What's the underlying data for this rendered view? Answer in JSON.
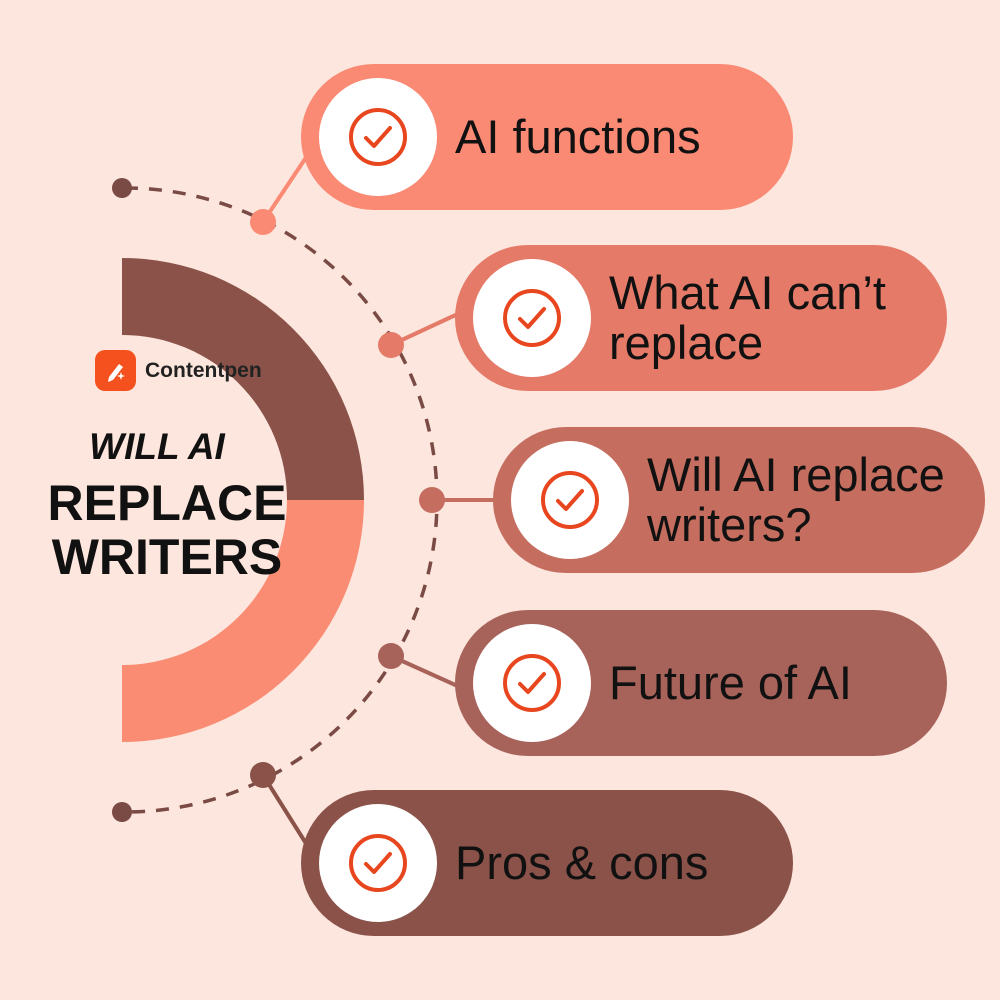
{
  "brand": {
    "name": "Contentpen",
    "logo_color": "#f4511e"
  },
  "title": {
    "line1": "WILL AI",
    "line2": "REPLACE",
    "line3": "WRITERS"
  },
  "colors": {
    "background": "#fde6dd",
    "arc_top": "#8a5249",
    "arc_bottom": "#fa8c74",
    "dashed_line": "#7a4a44",
    "check": "#e8461e"
  },
  "items": [
    {
      "label": "AI functions",
      "color": "#fa8a74",
      "icon": "check-circle-icon"
    },
    {
      "label": "What AI can’t\nreplace",
      "color": "#e57a68",
      "icon": "check-circle-icon"
    },
    {
      "label": "Will AI replace\nwriters?",
      "color": "#c56d5f",
      "icon": "check-circle-icon"
    },
    {
      "label": "Future of AI",
      "color": "#a7625a",
      "icon": "check-circle-icon"
    },
    {
      "label": "Pros & cons",
      "color": "#8a5249",
      "icon": "check-circle-icon"
    }
  ]
}
